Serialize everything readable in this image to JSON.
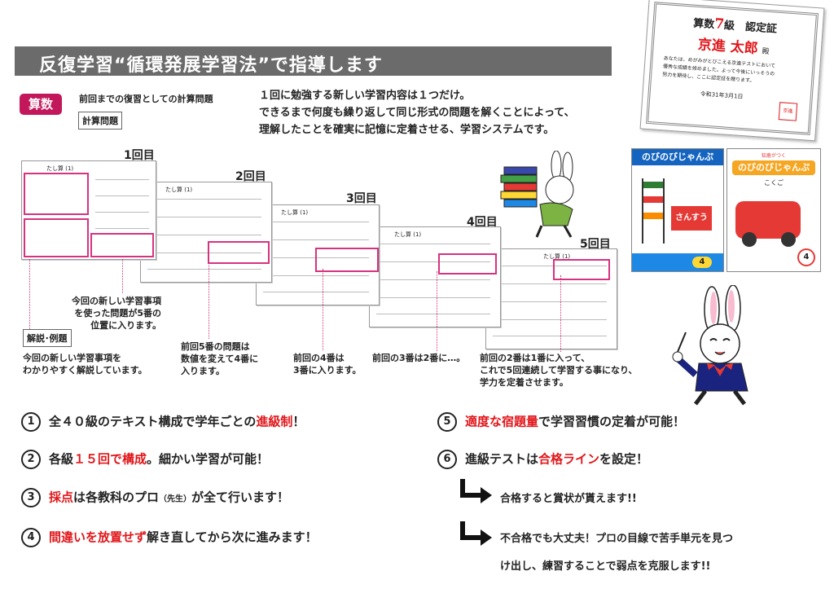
{
  "header": {
    "title": "反復学習“循環発展学習法”で指導します"
  },
  "subject_badge": "算数",
  "review_note": "前回までの復習としての計算問題",
  "calc_label": "計算問題",
  "intro_lines": [
    "１回に勉強する新しい学習内容は１つだけ。",
    "できるまで何度も繰り返して同じ形式の問題を解くことによって、",
    "理解したことを確実に記憶に定着させる、学習システムです。"
  ],
  "rounds": [
    "1回目",
    "2回目",
    "3回目",
    "4回目",
    "5回目"
  ],
  "sheet_title": "たし算 (1)",
  "new_item_note": [
    "今回の新しい学習事項",
    "を使った問題が5番の",
    "位置に入ります。"
  ],
  "explain_label": "解説･例題",
  "captions": {
    "c1": [
      "今回の新しい学習事項を",
      "わかりやすく解説しています。"
    ],
    "c2": [
      "前回5番の問題は",
      "数値を変えて4番に",
      "入ります。"
    ],
    "c3": [
      "前回の4番は",
      "3番に入ります。"
    ],
    "c4": [
      "前回の3番は2番に…。"
    ],
    "c5": [
      "前回の2番は1番に入って、",
      "これで5回連続して学習する事になり、",
      "学力を定着させます。"
    ]
  },
  "certificate": {
    "title_pre": "算数",
    "grade": "7",
    "title_post": "級　認定証",
    "name": "京進 太郎",
    "honorific": "殿",
    "body": [
      "あなたは、めがみがとびこえる京進テストにおいて",
      "優秀な成績を修めました。よって今後にいっそうの",
      "努力を期待し、ここに認定証を贈ります。"
    ],
    "date": "令和31年3月1日",
    "seal": "京進"
  },
  "books": {
    "b1_title": "のびのびじゃんぷ",
    "b1_subject": "さんすう",
    "b1_level": "4",
    "b2_title": "のびのびじゃんぷ",
    "b2_top": "知恵がつく",
    "b2_subject": "こくご",
    "b2_level": "4"
  },
  "points": {
    "p1": {
      "num": "1",
      "pre": "全４０級のテキスト構成で学年ごとの",
      "hl": "進級制",
      "post": "！"
    },
    "p2": {
      "num": "2",
      "pre": "各級",
      "hl": "１５回で構成",
      "post": "。細かい学習が可能！"
    },
    "p3": {
      "num": "3",
      "hl": "採点",
      "mid": "は各教科のプロ",
      "small": "（先生）",
      "post": "が全て行います！"
    },
    "p4": {
      "num": "4",
      "hl": "間違いを放置せず",
      "post": "解き直してから次に進みます！"
    },
    "p5": {
      "num": "5",
      "hl1": "適度な",
      "hl2": "宿題量",
      "post": "で学習習慣の定着が可能！"
    },
    "p6": {
      "num": "6",
      "pre": "進級テストは",
      "hl": "合格ライン",
      "post": "を設定！"
    }
  },
  "sub_points": {
    "pass": "合格すると賞状が貰えます!!",
    "fail1": "不合格でも大丈夫！プロの目線で苦手単元を見つ",
    "fail2": "け出し、練習することで弱点を克服します!!"
  },
  "colors": {
    "header_bg": "#6b6b6b",
    "badge": "#c2185b",
    "highlight": "#e0161a",
    "frame": "#d6337f"
  }
}
